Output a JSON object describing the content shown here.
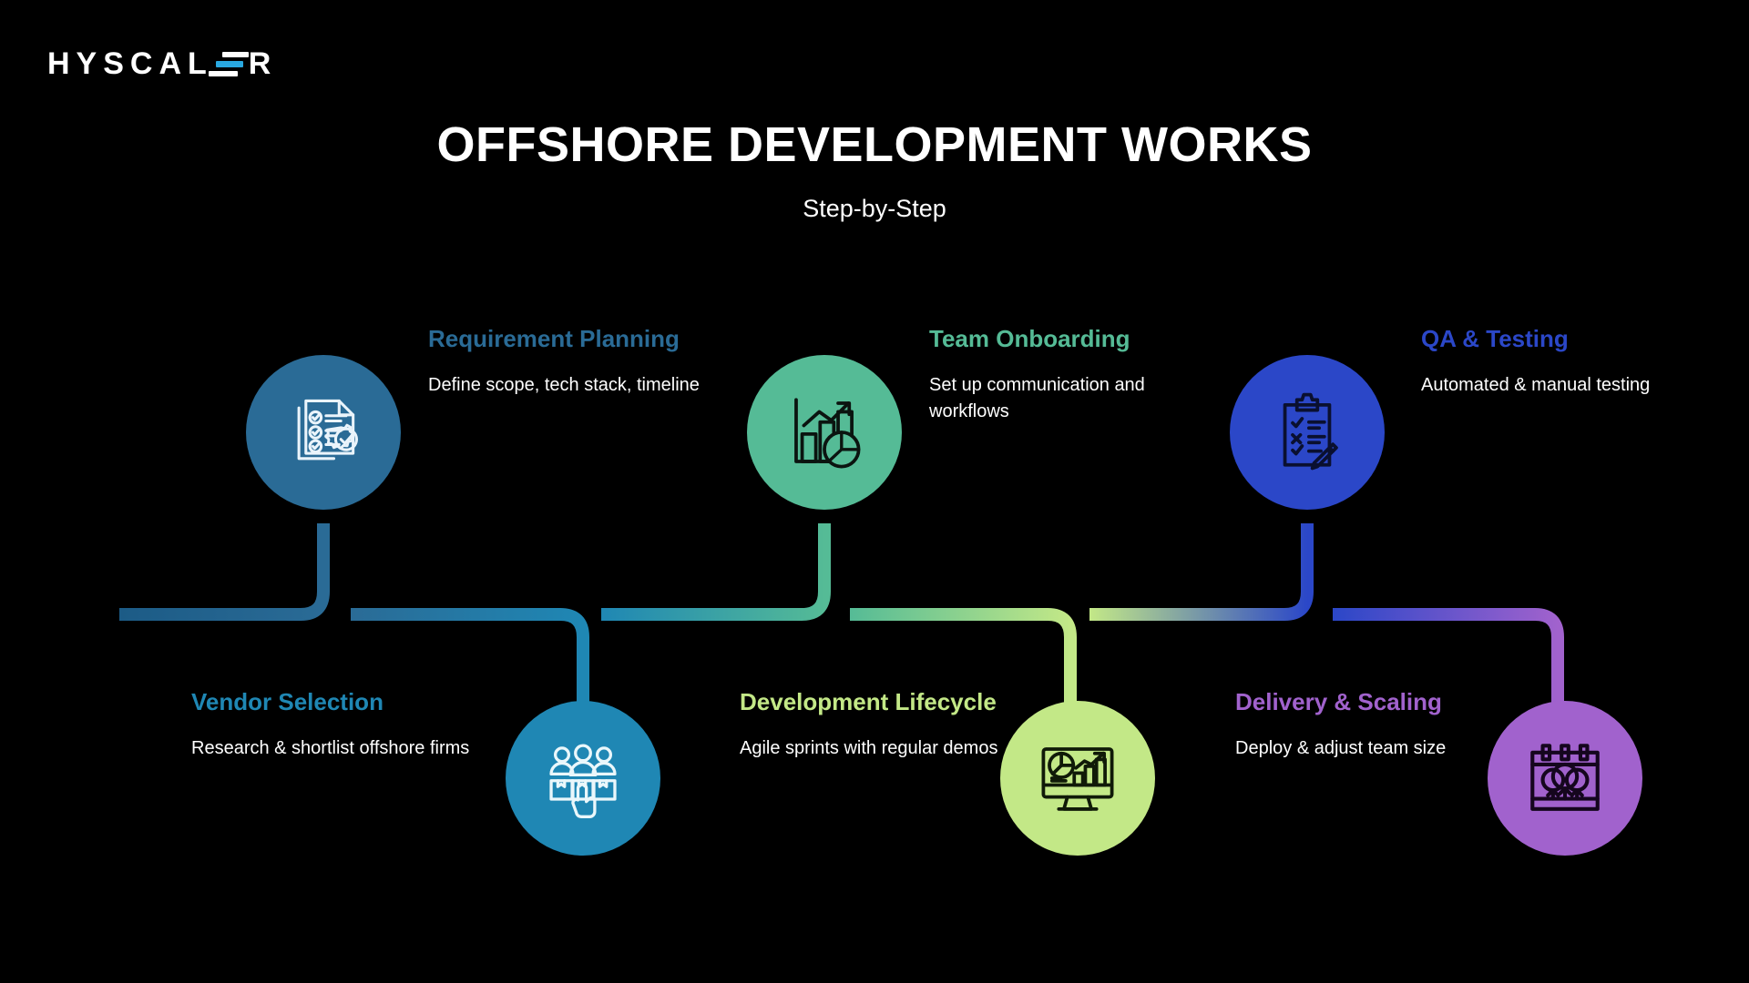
{
  "brand": {
    "name": "HYSCALER",
    "name_prefix": "HYSCAL",
    "name_suffix": "R",
    "accent_color": "#29a8e0"
  },
  "header": {
    "title": "OFFSHORE DEVELOPMENT WORKS",
    "subtitle": "Step-by-Step"
  },
  "steps": [
    {
      "id": "requirement-planning",
      "title": "Requirement Planning",
      "description": "Define scope, tech stack, timeline",
      "color": "#2a6b96",
      "title_color": "#2a6b96",
      "icon": "document-checklist-gear-icon",
      "icon_color": "#eaf4fb",
      "row": "top"
    },
    {
      "id": "vendor-selection",
      "title": "Vendor Selection",
      "description": "Research & shortlist offshore firms",
      "color": "#1f87b4",
      "title_color": "#1f87b4",
      "icon": "people-selection-cursor-icon",
      "icon_color": "#eaf7fb",
      "row": "bottom"
    },
    {
      "id": "team-onboarding",
      "title": "Team Onboarding",
      "description": "Set up communication and workflows",
      "color": "#55bb96",
      "title_color": "#55bb96",
      "icon": "bar-chart-growth-pie-icon",
      "icon_color": "#0b1410",
      "row": "top"
    },
    {
      "id": "development-lifecycle",
      "title": "Development Lifecycle",
      "description": "Agile sprints with regular demos",
      "color": "#c3e887",
      "title_color": "#c3e887",
      "icon": "monitor-analytics-icon",
      "icon_color": "#101a08",
      "row": "bottom"
    },
    {
      "id": "qa-testing",
      "title": "QA & Testing",
      "description": "Automated & manual testing",
      "color": "#2b47c8",
      "title_color": "#2b47c8",
      "icon": "clipboard-pencil-checklist-icon",
      "icon_color": "#0a1030",
      "row": "top"
    },
    {
      "id": "delivery-scaling",
      "title": "Delivery & Scaling",
      "description": "Deploy & adjust team size",
      "color": "#a162cd",
      "title_color": "#a162cd",
      "icon": "calendar-team-scaling-icon",
      "icon_color": "#15061e",
      "row": "bottom"
    }
  ],
  "background_color": "#000000"
}
